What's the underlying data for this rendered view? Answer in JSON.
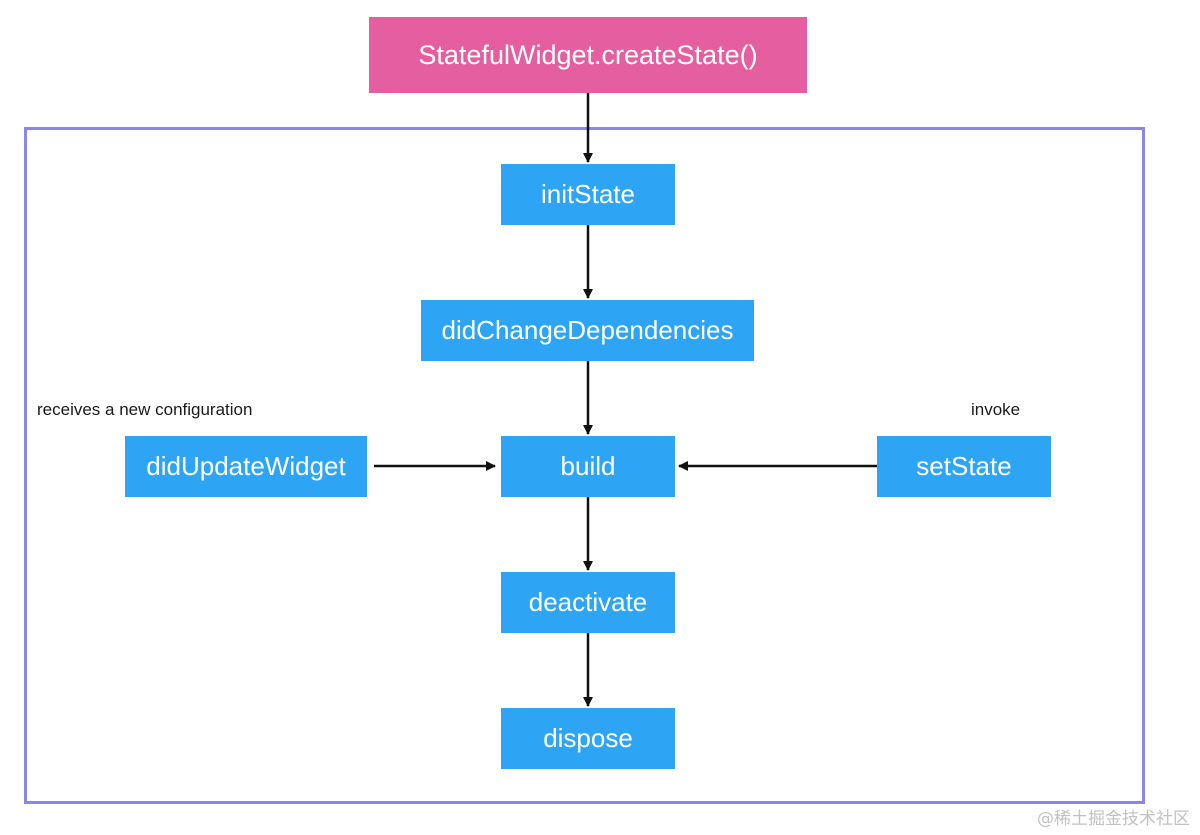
{
  "nodes": {
    "create_state": "StatefulWidget.createState()",
    "init_state": "initState",
    "did_change_dependencies": "didChangeDependencies",
    "build": "build",
    "did_update_widget": "didUpdateWidget",
    "set_state": "setState",
    "deactivate": "deactivate",
    "dispose": "dispose"
  },
  "notes": {
    "did_update_widget_trigger": "receives a new configuration",
    "set_state_trigger": "invoke"
  },
  "colors": {
    "entry_node": "#e55fa0",
    "lifecycle_node": "#2da5f4",
    "frame_border": "#8b86ea",
    "arrow": "#111111"
  },
  "watermark": "@稀土掘金技术社区"
}
